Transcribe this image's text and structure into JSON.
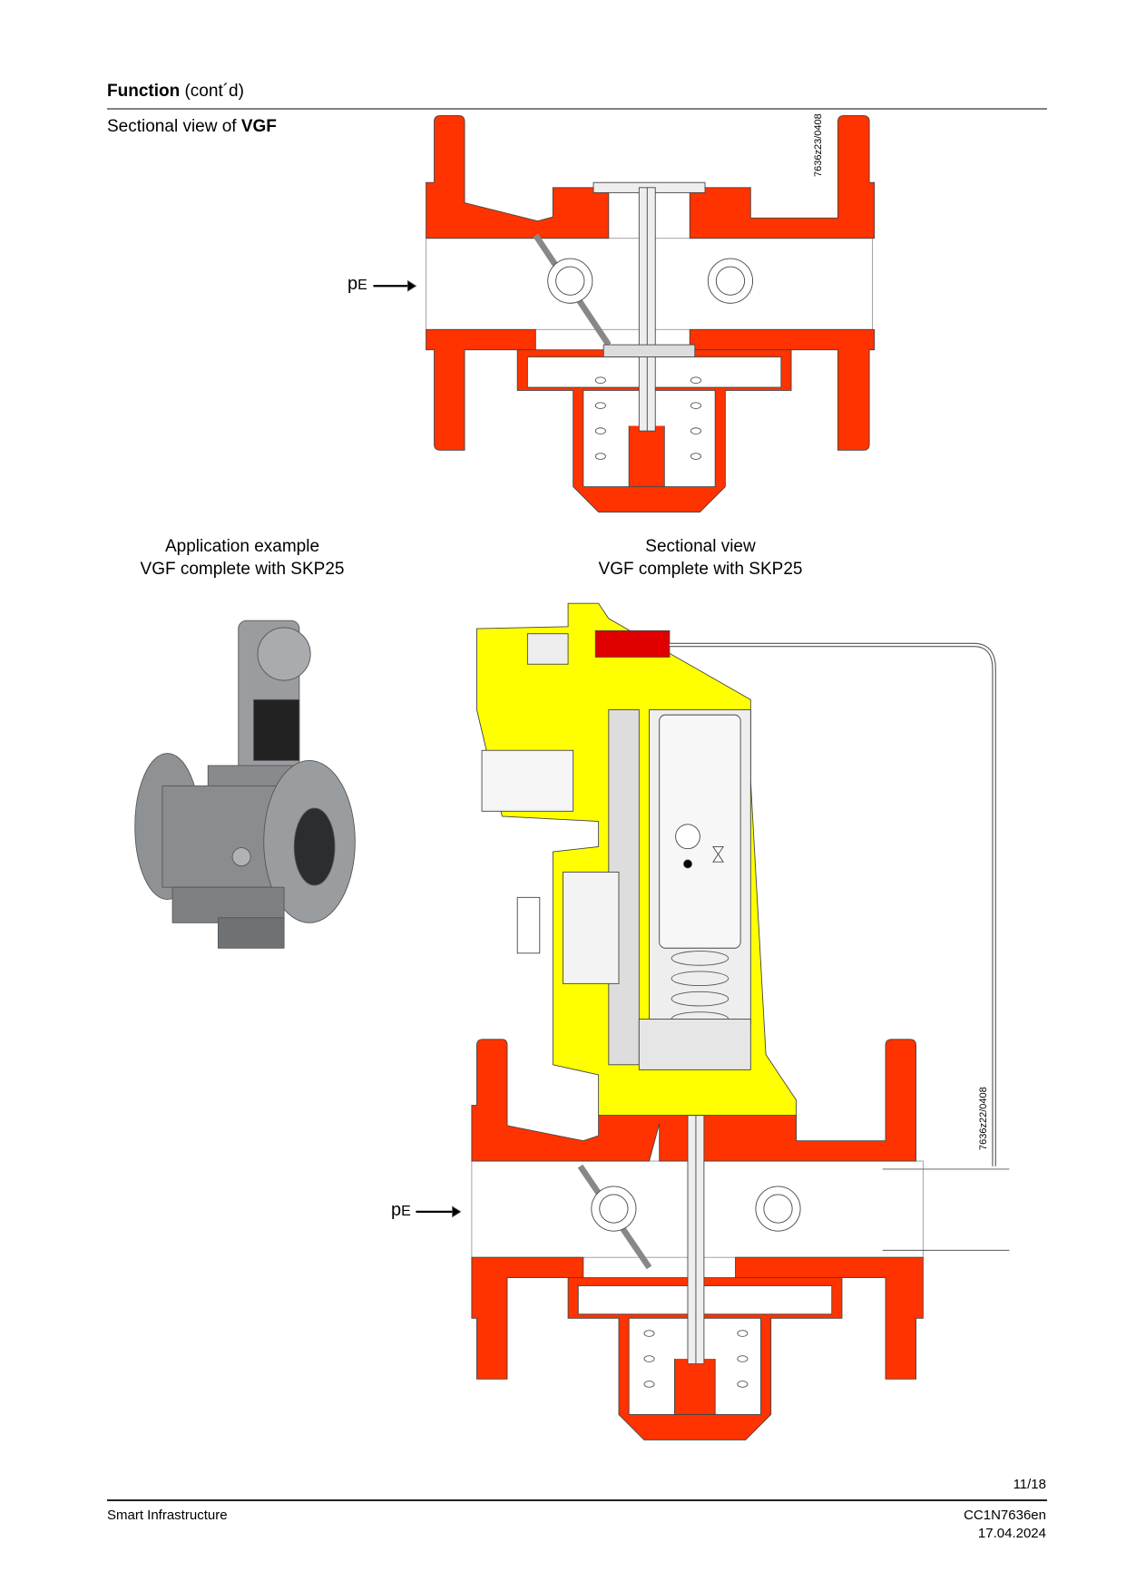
{
  "header": {
    "title_bold": "Function",
    "title_rest": " (cont´d)"
  },
  "section": {
    "label_prefix": "Sectional view of ",
    "label_bold": "VGF"
  },
  "top_diagram": {
    "pressure_label": "p",
    "pressure_sub": "E",
    "drawing_code": "7636z23/0408"
  },
  "captions": {
    "left_line1": "Application example",
    "left_line2": "VGF complete with SKP25",
    "right_line1": "Sectional view",
    "right_line2": "VGF complete with SKP25"
  },
  "bottom_diagram": {
    "pressure_label": "p",
    "pressure_sub": "E",
    "drawing_code": "7636z22/0408"
  },
  "colors": {
    "body_red": "#ff3300",
    "actuator_yellow": "#ffff00",
    "fitting_red": "#e00000",
    "valve_gray": "#8a8d90"
  },
  "footer": {
    "page": "11/18",
    "company": "Smart Infrastructure",
    "doc_id": "CC1N7636en",
    "date": "17.04.2024"
  }
}
